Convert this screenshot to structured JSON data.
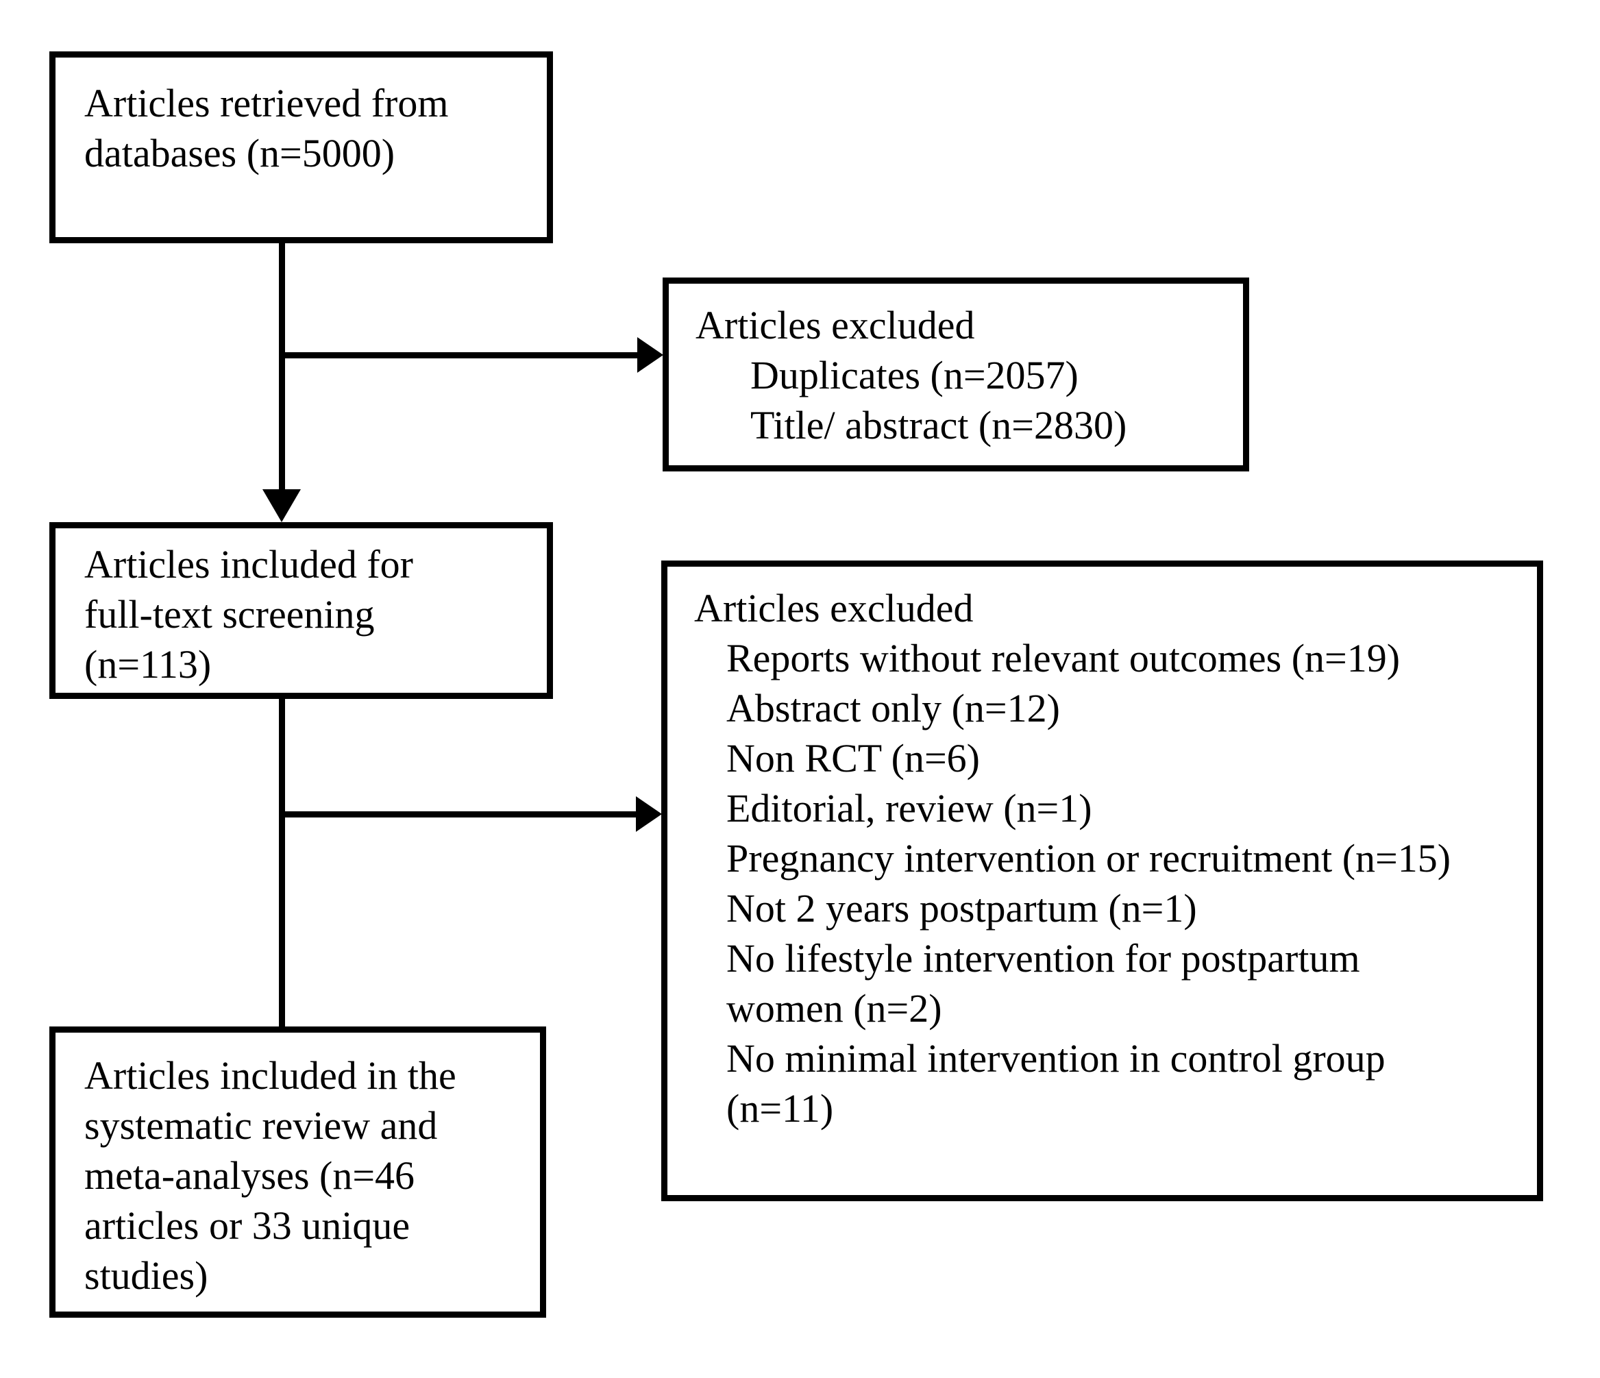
{
  "colors": {
    "line": "#000000",
    "text": "#000000",
    "background": "#ffffff"
  },
  "flowchart": {
    "box_retrieved": {
      "text": "Articles retrieved from databases (n=5000)"
    },
    "box_excluded_screening": {
      "title": "Articles excluded",
      "items": [
        "Duplicates (n=2057)",
        "Title/ abstract (n=2830)"
      ]
    },
    "box_fulltext": {
      "text": "Articles included for full-text screening (n=113)"
    },
    "box_excluded_fulltext": {
      "title": "Articles excluded",
      "items": [
        "Reports without relevant outcomes (n=19)",
        "Abstract only (n=12)",
        "Non RCT (n=6)",
        "Editorial, review (n=1)",
        "Pregnancy intervention or recruitment (n=15)",
        "Not 2 years postpartum (n=1)",
        "No lifestyle intervention for postpartum women (n=2)",
        "No minimal intervention in control group (n=11)"
      ]
    },
    "box_included": {
      "text": "Articles included in the systematic review and meta-analyses (n=46 articles or 33 unique studies)"
    }
  }
}
